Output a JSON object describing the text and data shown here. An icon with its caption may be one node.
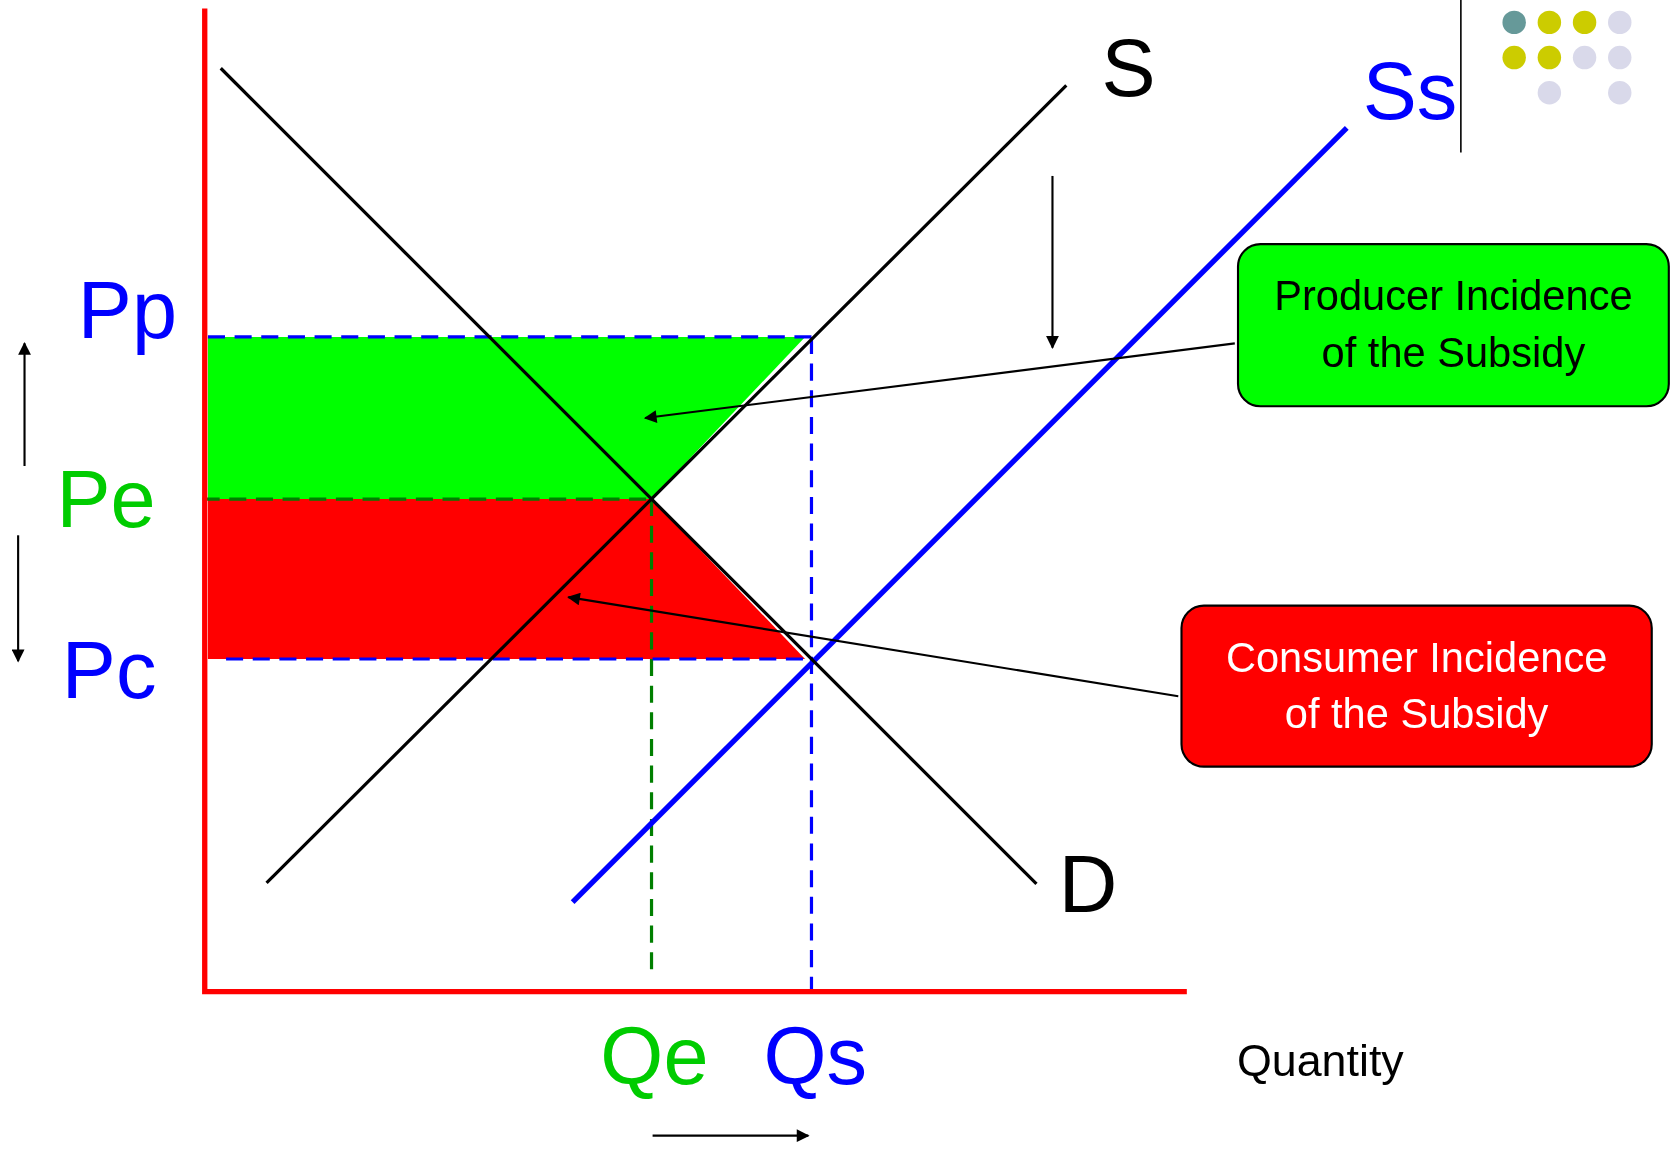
{
  "diagram": {
    "nodes": [
      {
        "text": [
          "Producer Incidence of the Subsidy"
        ]
      },
      {
        "text": [],
        "shape": "polygon"
      },
      {
        "text": [
          "Consumer Incidence of the Subsidy"
        ]
      },
      {
        "text": [],
        "shape": "polygon"
      }
    ],
    "edges": [
      {
        "from": 0,
        "to": 1,
        "arrow": "to"
      },
      {
        "from": 2,
        "to": 3,
        "arrow": "to"
      }
    ],
    "labels": [
      "Pp",
      "Pe",
      "Pc",
      "S",
      "Ss",
      "D",
      "Qe",
      "Qs",
      "Quantity"
    ]
  }
}
